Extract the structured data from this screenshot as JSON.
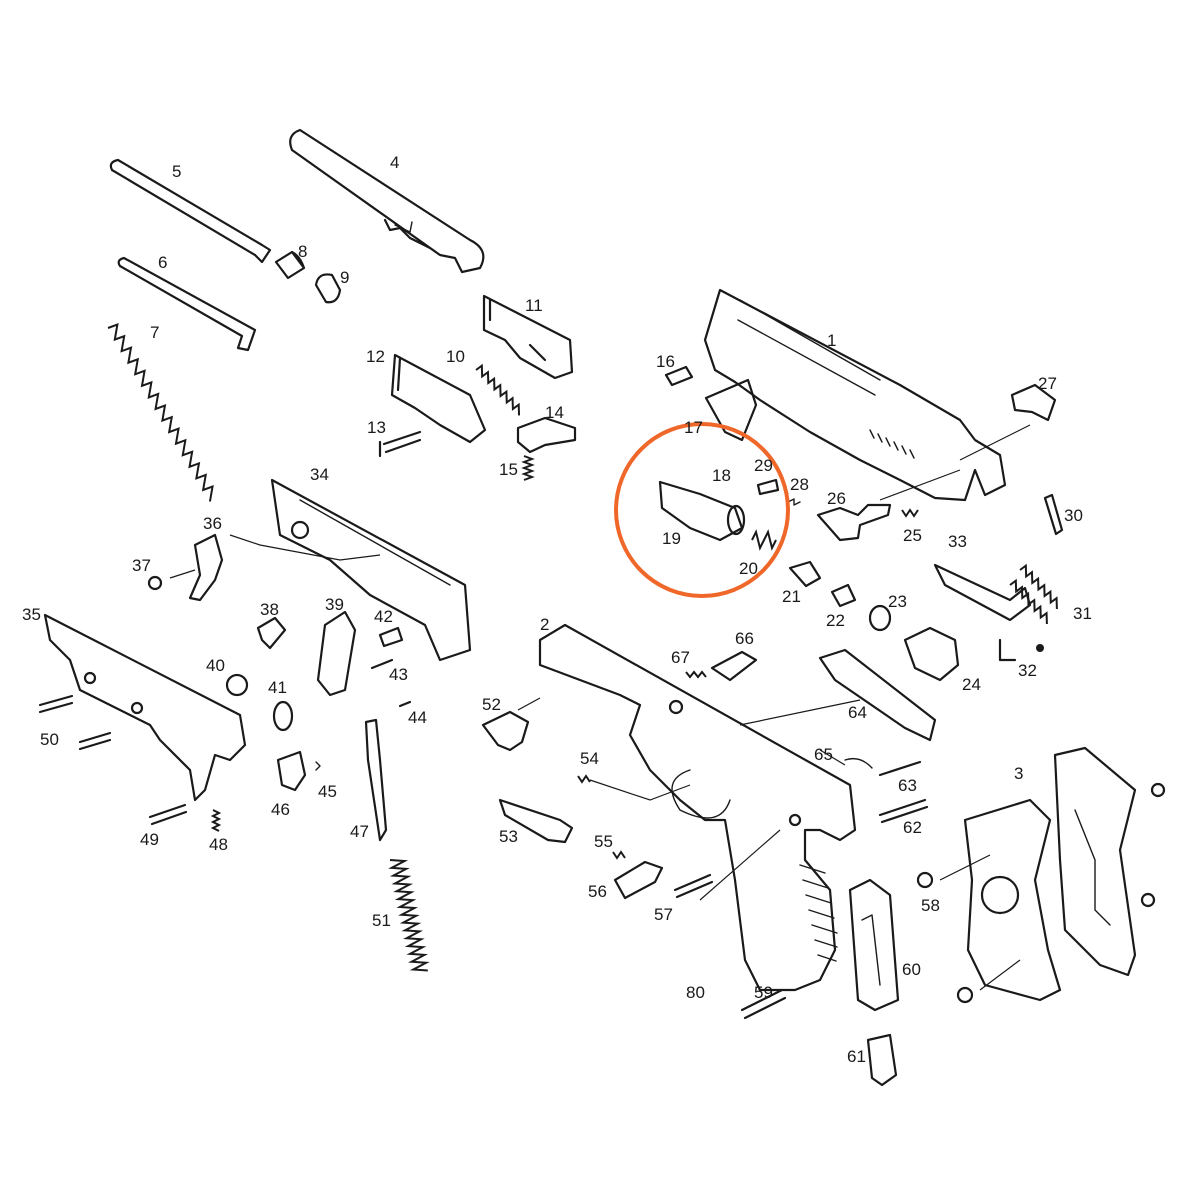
{
  "diagram": {
    "part_numbers": [
      "1",
      "2",
      "3",
      "4",
      "5",
      "6",
      "7",
      "8",
      "9",
      "10",
      "11",
      "12",
      "13",
      "14",
      "15",
      "16",
      "17",
      "18",
      "19",
      "20",
      "21",
      "22",
      "23",
      "24",
      "25",
      "26",
      "27",
      "28",
      "29",
      "30",
      "31",
      "32",
      "33",
      "34",
      "35",
      "36",
      "37",
      "38",
      "39",
      "40",
      "41",
      "42",
      "43",
      "44",
      "45",
      "46",
      "47",
      "48",
      "49",
      "50",
      "51",
      "52",
      "53",
      "54",
      "55",
      "56",
      "57",
      "58",
      "59",
      "60",
      "61",
      "62",
      "63",
      "64",
      "65",
      "66",
      "67",
      "80"
    ],
    "highlight": {
      "color": "#f0672a",
      "parts": [
        "17",
        "18",
        "19",
        "20",
        "29"
      ]
    }
  }
}
